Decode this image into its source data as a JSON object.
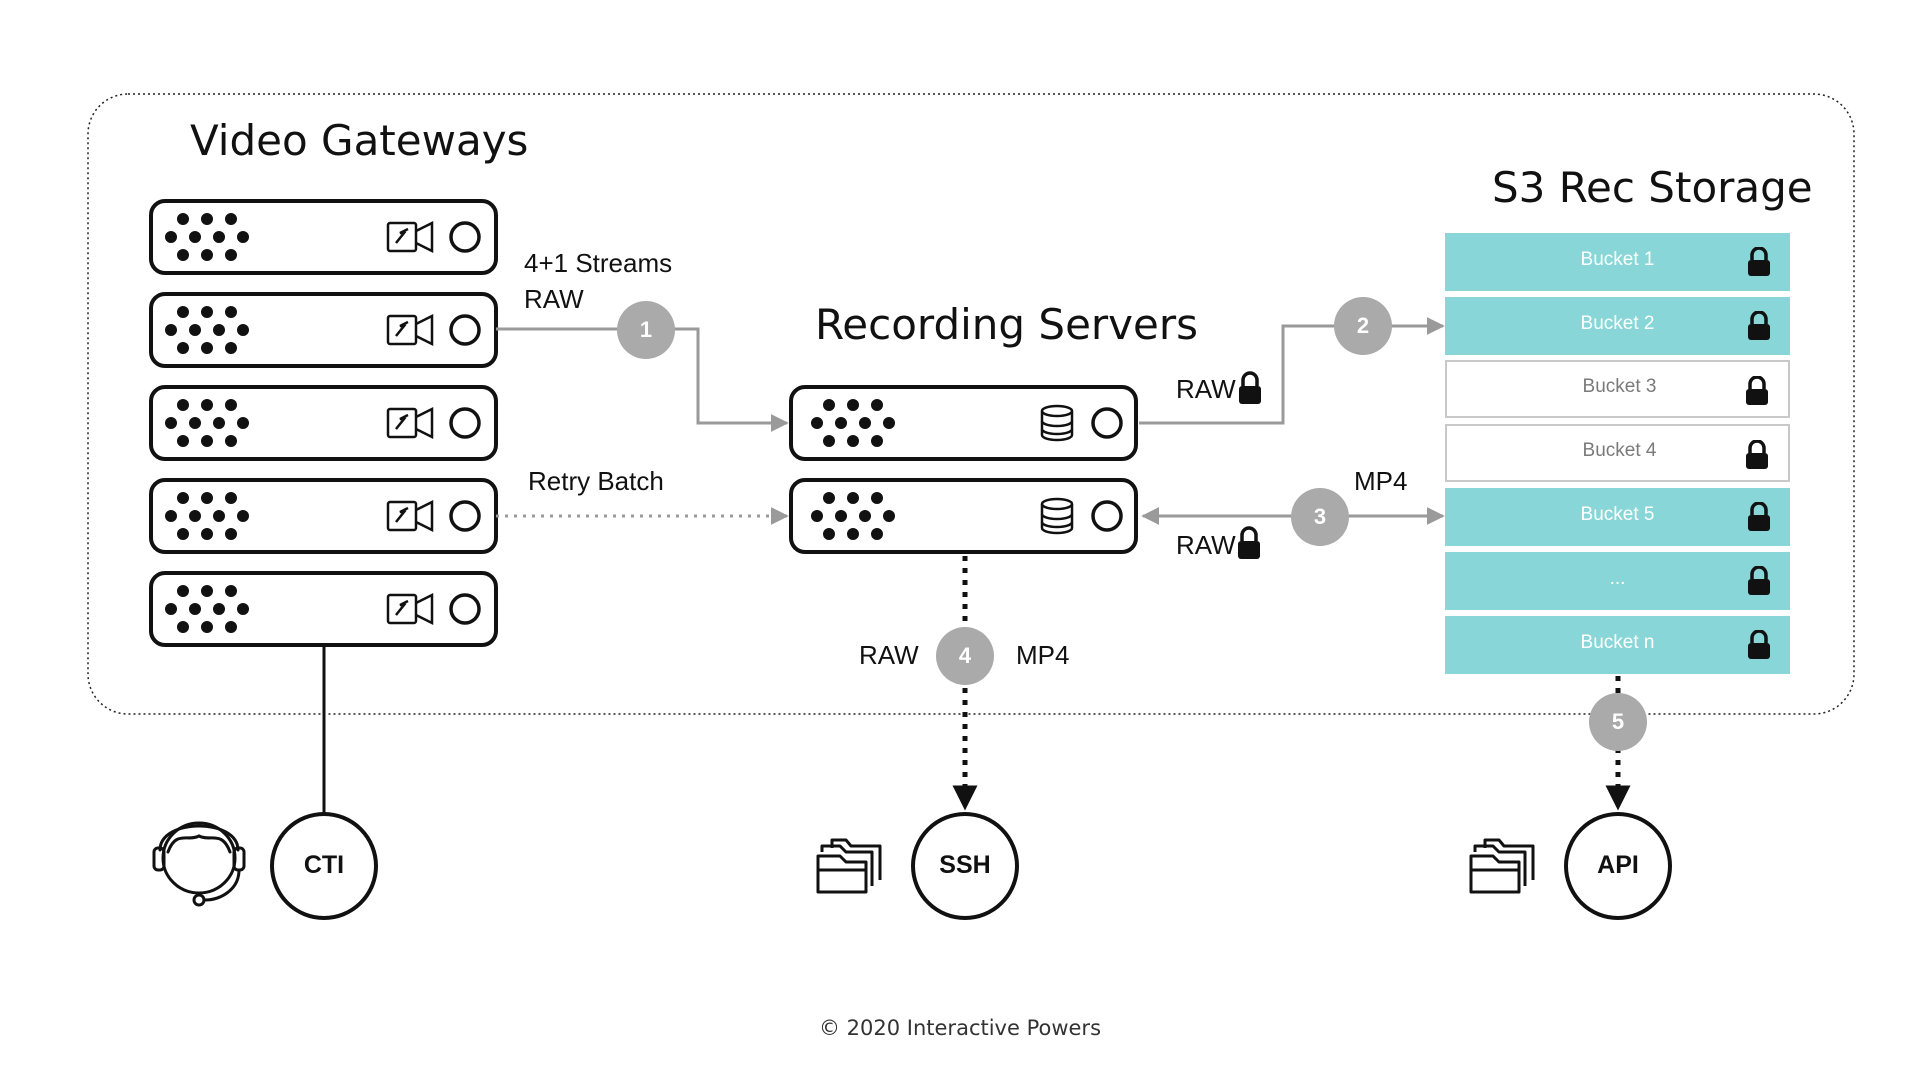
{
  "titles": {
    "video_gateways": "Video Gateways",
    "recording_servers": "Recording Servers",
    "s3_storage": "S3 Rec Storage"
  },
  "flow_labels": {
    "streams": "4+1 Streams",
    "raw_1": "RAW",
    "retry_batch": "Retry Batch",
    "raw_2": "RAW",
    "mp4_3": "MP4",
    "raw_3": "RAW",
    "raw_4": "RAW",
    "mp4_4": "MP4"
  },
  "steps": [
    "1",
    "2",
    "3",
    "4",
    "5"
  ],
  "buckets": [
    {
      "label": "Bucket 1",
      "filled": true
    },
    {
      "label": "Bucket 2",
      "filled": true
    },
    {
      "label": "Bucket 3",
      "filled": false
    },
    {
      "label": "Bucket 4",
      "filled": false
    },
    {
      "label": "Bucket 5",
      "filled": true
    },
    {
      "label": "...",
      "filled": true
    },
    {
      "label": "Bucket n",
      "filled": true
    }
  ],
  "endpoints": {
    "cti": "CTI",
    "ssh": "SSH",
    "api": "API"
  },
  "icons": {
    "gateway": "video-camera-icon",
    "server": "database-icon",
    "agent": "headset-agent-icon",
    "folder": "folders-icon",
    "lock": "lock-icon"
  },
  "colors": {
    "bucket_fill": "#88d6d7",
    "step_circle": "#aaaaaa",
    "connector": "#9a9a9a"
  },
  "copyright": "© 2020 Interactive Powers"
}
